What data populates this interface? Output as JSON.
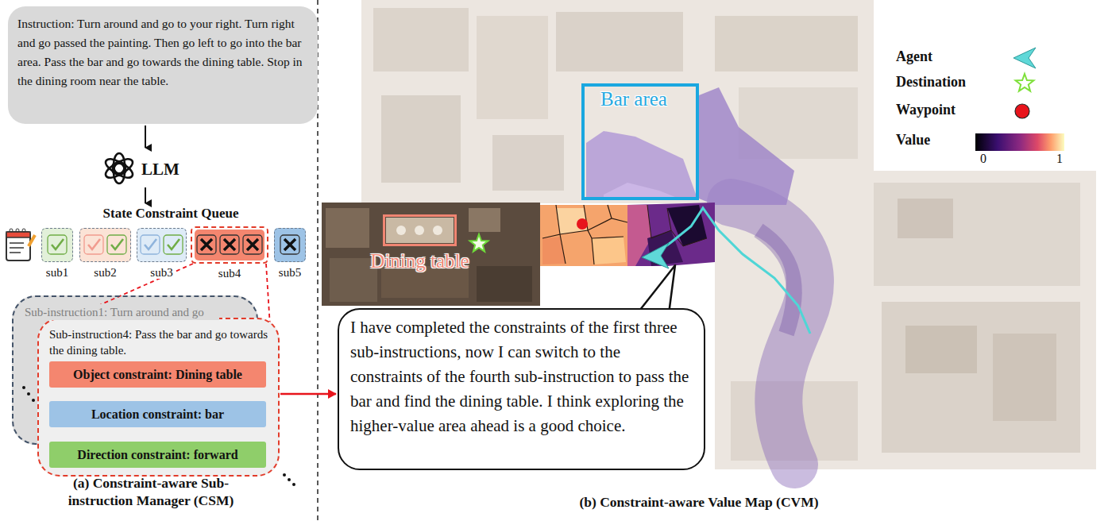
{
  "diagram": {
    "nodes": [
      {
        "text": [
          "Instruction: Turn around and go to your right. Turn right and go passed the painting. Then go left to go into the bar area. Pass the bar and go towards the dining table. Stop in the dining room near the table."
        ]
      },
      {
        "text": [
          "sub1"
        ]
      },
      {
        "text": [
          "sub2"
        ]
      },
      {
        "text": [
          "sub3"
        ]
      },
      {
        "text": [
          "sub4"
        ]
      },
      {
        "text": [
          "sub5"
        ]
      },
      {
        "text": [
          "Sub-instruction1: Turn around and go"
        ]
      },
      {
        "text": [
          "Sub-instruction4: Pass the bar and go towards the dining table."
        ]
      },
      {
        "text": [
          "Object constraint: Dining table"
        ],
        "in": 7
      },
      {
        "text": [
          "Location constraint: bar"
        ],
        "in": 7
      },
      {
        "text": [
          "Direction constraint: forward"
        ],
        "in": 7
      },
      {
        "text": [
          "Bar area"
        ]
      },
      {
        "text": [
          "Dining table"
        ]
      },
      {
        "text": [
          "I have completed the constraints of the first three sub-instructions, now I can switch to the constraints of the fourth sub-instruction to pass the bar and find the dining table. I think exploring the higher-value area ahead is a good choice."
        ]
      }
    ],
    "edges": [
      {
        "from": 4,
        "to": 7,
        "arrow": "none"
      },
      {
        "from": 7,
        "to": 13,
        "arrow": "to"
      }
    ],
    "labels": [
      "LLM",
      "State Constraint Queue",
      "0",
      "1",
      "(a) Constraint-aware Sub-instruction Manager (CSM)",
      "(b) Constraint-aware Value Map (CVM)"
    ],
    "legend": [
      {
        "text": "Agent"
      },
      {
        "text": "Destination"
      },
      {
        "text": "Waypoint"
      },
      {
        "text": "Value"
      }
    ]
  }
}
